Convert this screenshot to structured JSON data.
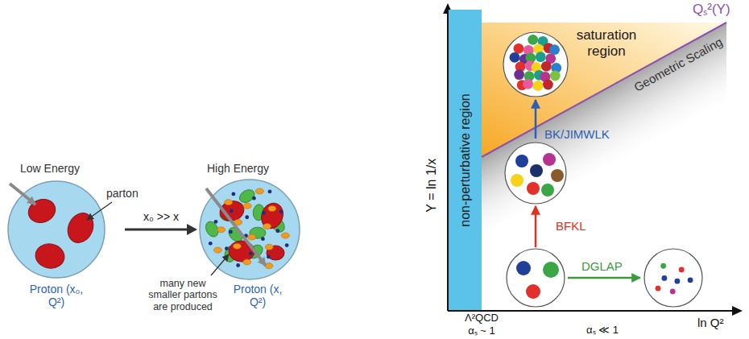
{
  "diagram": {
    "nodes": [
      {
        "text": [
          "Low Energy",
          "Proton (x₀, Q²)"
        ]
      },
      {
        "text": [
          "High Energy",
          "Proton (x, Q²)"
        ]
      },
      {
        "text": [
          "non-perturbative region"
        ]
      },
      {
        "text": [
          "saturation region"
        ]
      },
      {
        "text": [
          "Geometric Scaling"
        ]
      }
    ],
    "edges": [
      {
        "from": 0,
        "to": 1,
        "label": "x₀ >> x",
        "arrow": "to"
      }
    ],
    "labels": [
      "parton",
      "many new smaller partons are produced",
      "Qₛ²(Y)",
      "BK/JIMWLK",
      "BFKL",
      "DGLAP",
      "Y = ln 1/x",
      "Λ²QCD",
      "ln Q²",
      "αₛ ~ 1",
      "αₛ ≪ 1"
    ]
  }
}
